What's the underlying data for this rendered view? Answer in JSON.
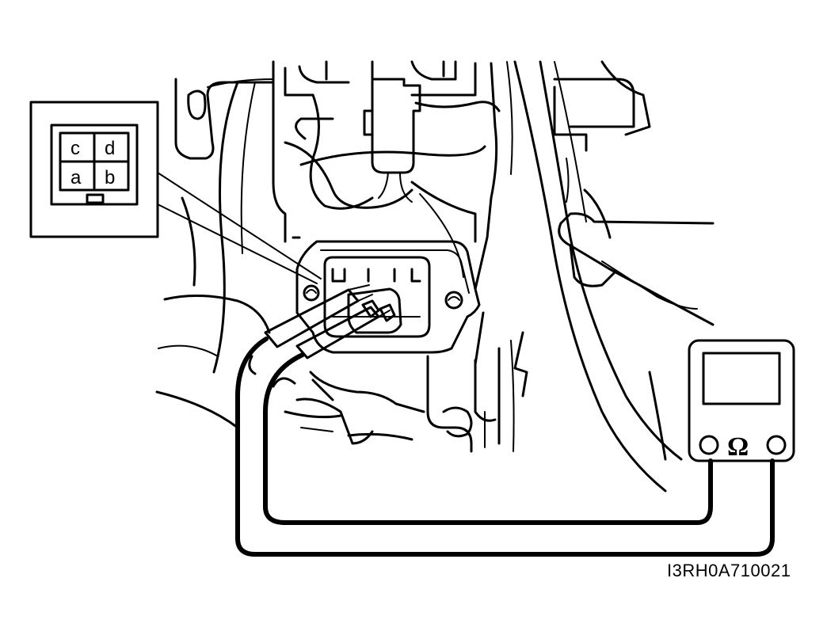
{
  "connector_pins": {
    "top_left": "c",
    "top_right": "d",
    "bottom_left": "a",
    "bottom_right": "b"
  },
  "meter": {
    "symbol": "Ω"
  },
  "figure_code": "I3RH0A710021",
  "icons": [
    "connector-terminal-view-icon",
    "blower-resistor-icon",
    "ohmmeter-icon",
    "test-probe-icon"
  ],
  "colors": {
    "line": "#000000",
    "background": "#ffffff"
  }
}
